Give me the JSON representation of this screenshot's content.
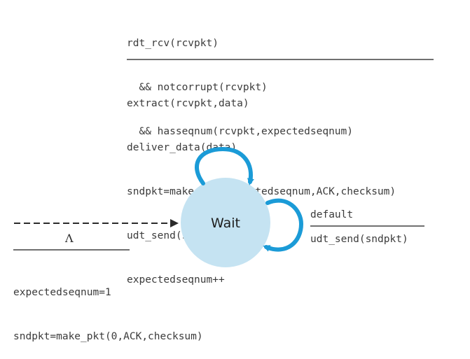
{
  "top_transition": {
    "event_lines": [
      "rdt_rcv(rcvpkt)",
      "  && notcorrupt(rcvpkt)",
      "  && hasseqnum(rcvpkt,expectedseqnum)"
    ],
    "action_lines": [
      "extract(rcvpkt,data)",
      "deliver_data(data)",
      "sndpkt=make_pkt(expectedseqnum,ACK,checksum)",
      "udt_send(sndpkt)",
      "expectedseqnum++"
    ]
  },
  "right_transition": {
    "event": "default",
    "action": "udt_send(sndpkt)"
  },
  "initial_transition": {
    "event": "Λ",
    "action_lines": [
      "expectedseqnum=1",
      "sndpkt=make_pkt(0,ACK,checksum)"
    ]
  },
  "state": {
    "label": "Wait"
  },
  "colors": {
    "state_fill": "#c5e3f2",
    "arrow": "#1b9bd7",
    "rule": "#707070",
    "text": "#3b3b3b"
  }
}
